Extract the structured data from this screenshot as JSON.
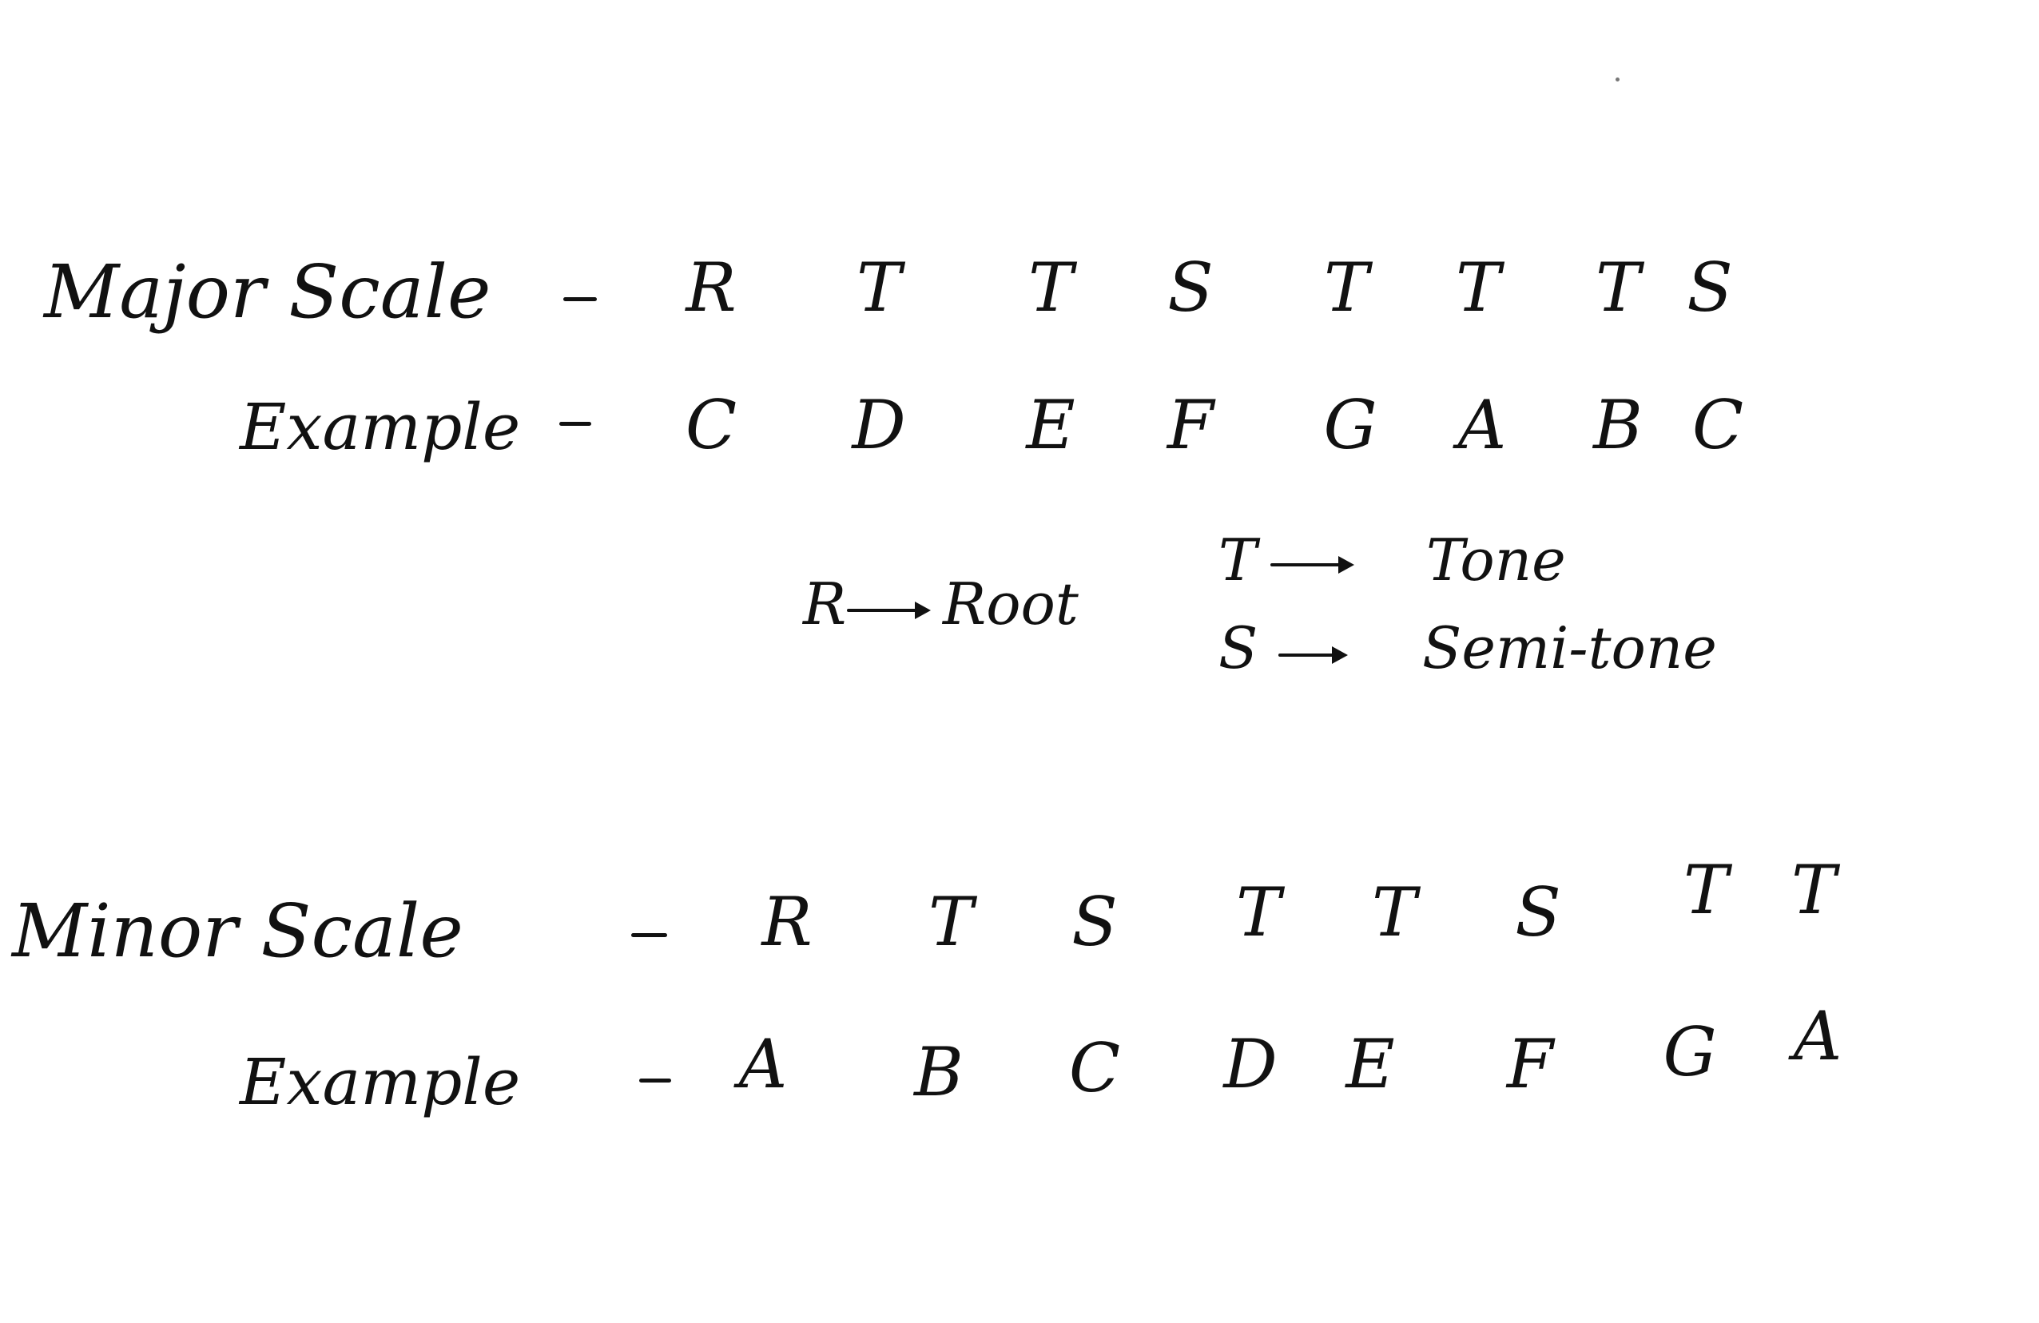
{
  "major": {
    "title": "Major Scale",
    "example_label": "Example",
    "steps": [
      "R",
      "T",
      "T",
      "S",
      "T",
      "T",
      "T",
      "S"
    ],
    "notes": [
      "C",
      "D",
      "E",
      "F",
      "G",
      "A",
      "B",
      "C"
    ]
  },
  "legend": {
    "root_key": "R",
    "root_value": "Root",
    "tone_key": "T",
    "tone_value": "Tone",
    "semitone_key": "S",
    "semitone_value": "Semi-tone"
  },
  "minor": {
    "title": "Minor Scale",
    "example_label": "Example",
    "steps": [
      "R",
      "T",
      "S",
      "T",
      "T",
      "S",
      "T",
      "T"
    ],
    "notes": [
      "A",
      "B",
      "C",
      "D",
      "E",
      "F",
      "G",
      "A"
    ]
  }
}
